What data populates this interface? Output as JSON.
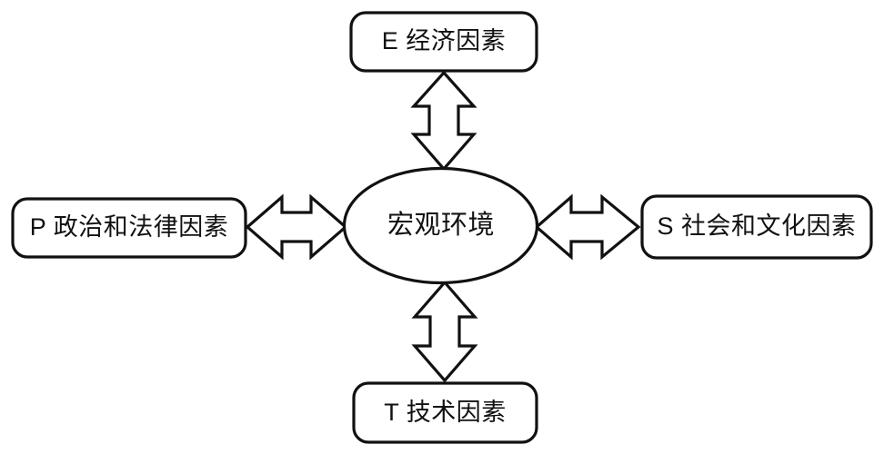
{
  "diagram": {
    "type": "pest-analysis",
    "title": "",
    "background_color": "#ffffff",
    "stroke_color": "#111111",
    "fill_color": "#ffffff",
    "center": {
      "id": "macro-environment",
      "label": "宏观环境",
      "shape": "ellipse"
    },
    "nodes": [
      {
        "id": "economic",
        "label": "E 经济因素",
        "letter": "E",
        "shape": "rounded-rect",
        "position": "top"
      },
      {
        "id": "political",
        "label": "P 政治和法律因素",
        "letter": "P",
        "shape": "rounded-rect",
        "position": "left"
      },
      {
        "id": "social",
        "label": "S 社会和文化因素",
        "letter": "S",
        "shape": "rounded-rect",
        "position": "right"
      },
      {
        "id": "technological",
        "label": "T 技术因素",
        "letter": "T",
        "shape": "rounded-rect",
        "position": "bottom"
      }
    ],
    "connectors": [
      {
        "id": "arrow-top",
        "from": "macro-environment",
        "to": "economic",
        "style": "double-headed-block-arrow",
        "orientation": "vertical"
      },
      {
        "id": "arrow-left",
        "from": "macro-environment",
        "to": "political",
        "style": "double-headed-block-arrow",
        "orientation": "horizontal"
      },
      {
        "id": "arrow-right",
        "from": "macro-environment",
        "to": "social",
        "style": "double-headed-block-arrow",
        "orientation": "horizontal"
      },
      {
        "id": "arrow-bottom",
        "from": "macro-environment",
        "to": "technological",
        "style": "double-headed-block-arrow",
        "orientation": "vertical"
      }
    ]
  }
}
